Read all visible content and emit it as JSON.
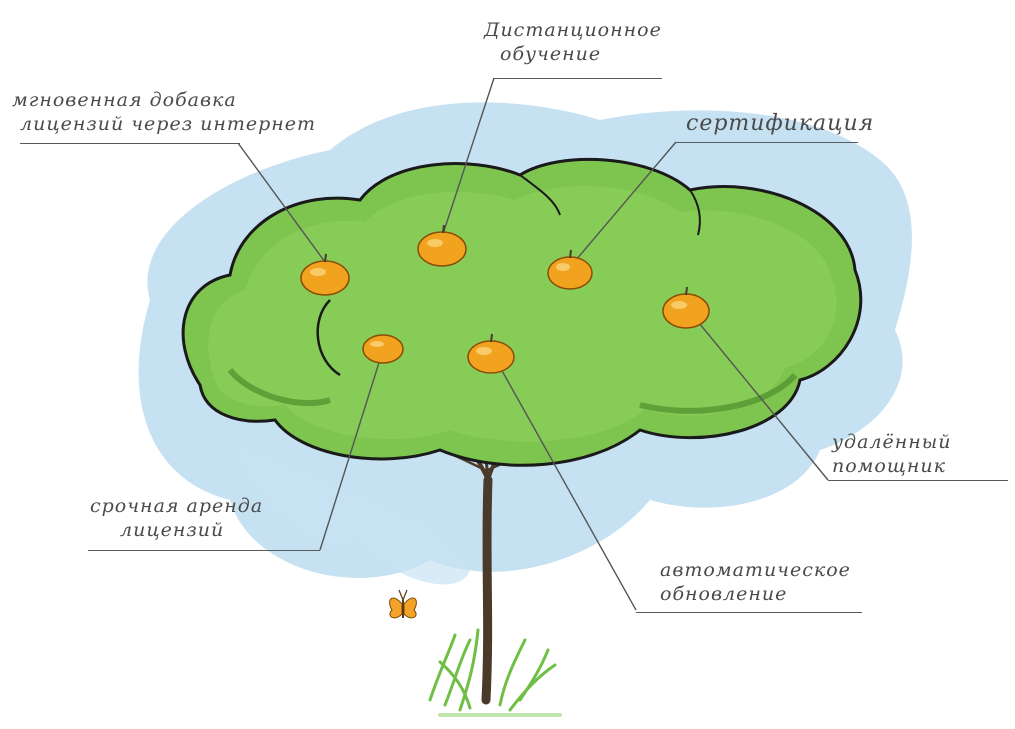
{
  "labels": {
    "instant_license": {
      "line1": "мгновенная добавка",
      "line2": "лицензий через интернет"
    },
    "distance_learning": {
      "line1": "Дистанционное",
      "line2": "обучение"
    },
    "certification": {
      "line1": "сертификация"
    },
    "remote_assistant": {
      "line1": "удалённый",
      "line2": "помощник"
    },
    "urgent_rent": {
      "line1": "срочная аренда",
      "line2": "лицензий"
    },
    "auto_update": {
      "line1": "автоматическое",
      "line2": "обновление"
    }
  },
  "colors": {
    "sky": "#bcdcef",
    "canopy": "#77c04a",
    "canopy_dark": "#4f8f2c",
    "apple": "#f1a21f",
    "apple_dark": "#d3780a",
    "trunk": "#4a3a2a",
    "grass": "#6fbf45",
    "butterfly": "#f3a32a",
    "leader": "#555555"
  },
  "icons": [
    "tree-illustration",
    "butterfly-icon",
    "apple-icon"
  ]
}
